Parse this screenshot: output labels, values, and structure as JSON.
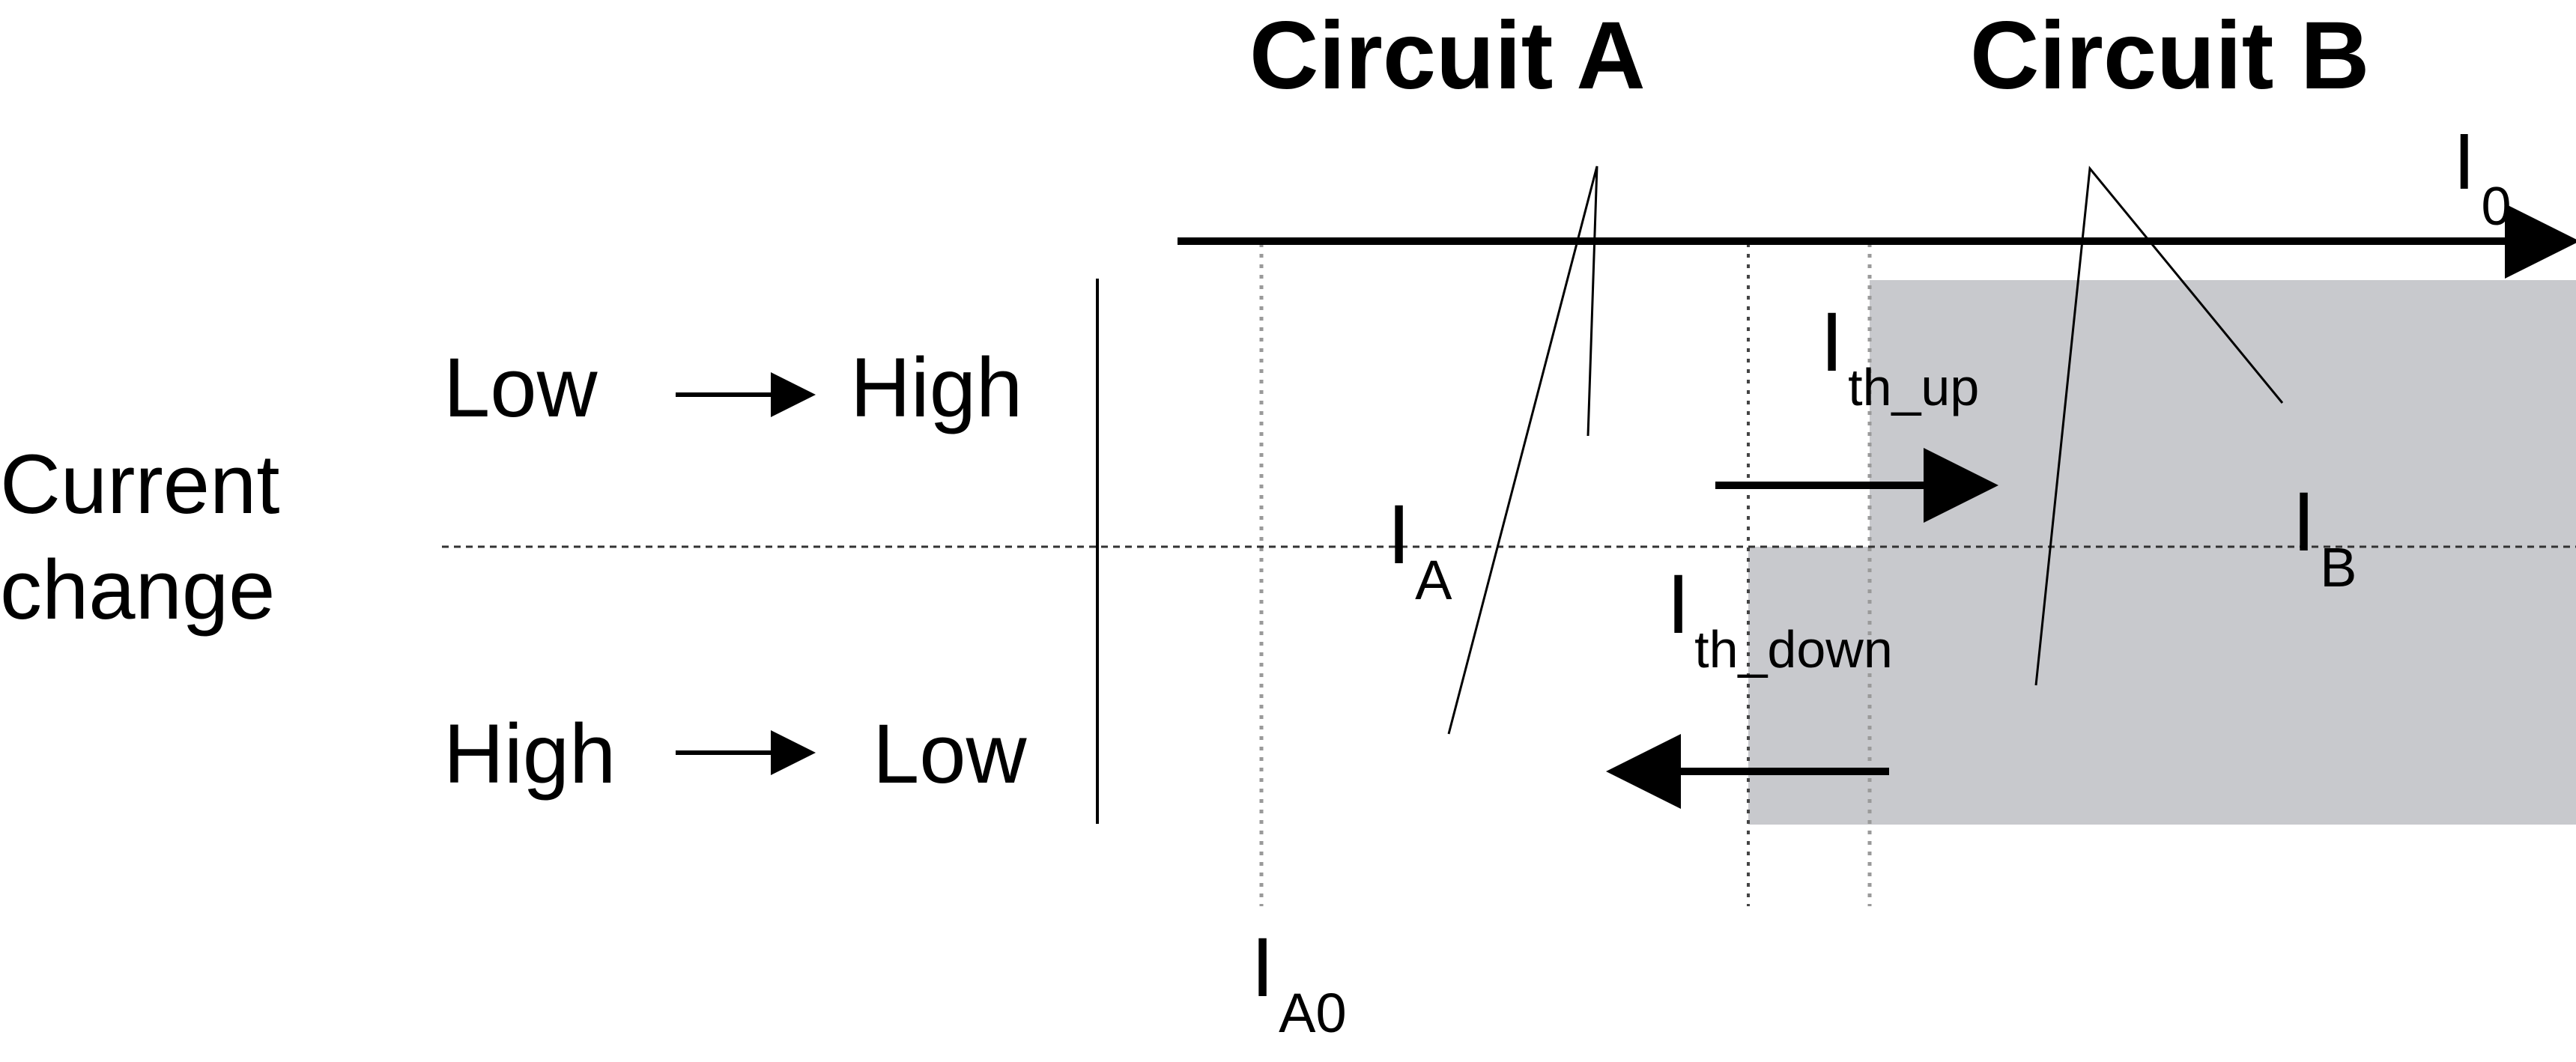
{
  "titles": {
    "circuit_a": "Circuit A",
    "circuit_b": "Circuit B"
  },
  "axis": {
    "i0_main": "I",
    "i0_sub": "0"
  },
  "row_header": {
    "line1": "Current",
    "line2": "change"
  },
  "rows": {
    "up": {
      "from": "Low",
      "to": "High"
    },
    "down": {
      "from": "High",
      "to": "Low"
    }
  },
  "currents": {
    "ia": {
      "main": "I",
      "sub": "A"
    },
    "ib": {
      "main": "I",
      "sub": "B"
    },
    "ia0": {
      "main": "I",
      "sub": "A0"
    },
    "ith_up": {
      "main": "I",
      "sub": "th_up"
    },
    "ith_down": {
      "main": "I",
      "sub": "th_down"
    }
  },
  "colors": {
    "shade": "#c8c9cd",
    "line": "#000000",
    "guide": "#9a9a9a"
  }
}
